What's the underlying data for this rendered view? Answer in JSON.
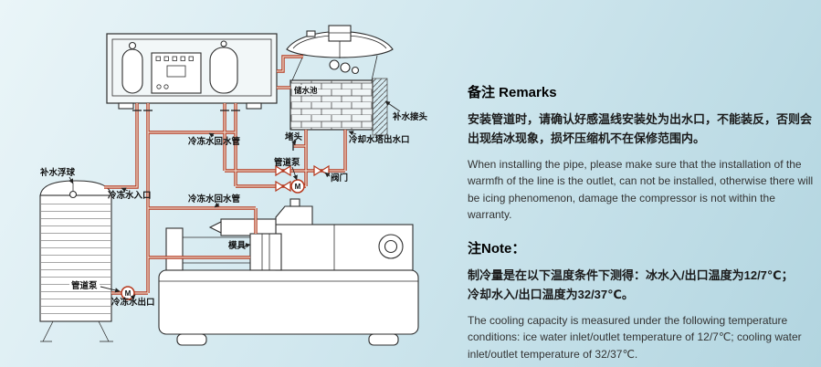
{
  "colors": {
    "pipe": "#b5371c",
    "ink": "#2e2e2e",
    "background_top": "#eaf5f8",
    "background_bottom": "#b2d5e0"
  },
  "diagram": {
    "labels": {
      "storage_tank": "储水池",
      "refill_joint": "补水接头",
      "plug": "堵头",
      "tower_outlet": "冷却水塔出水口",
      "pipe_pump_top": "管道泵",
      "valve": "阀门",
      "chilled_return_pipe_top": "冷冻水回水管",
      "chilled_return_pipe_mid": "冷冻水回水管",
      "refill_float_ball": "补水浮球",
      "chilled_water_inlet": "冷冻水入口",
      "mold": "模具",
      "pipe_pump_bottom": "管道泵",
      "chilled_water_outlet": "冷冻水出口",
      "pump_motor": "M"
    }
  },
  "notes": {
    "remarks_heading": "备注 Remarks",
    "remarks_zh": "安装管道时，请确认好感温线安装处为出水口，不能装反，否则会出现结冰现象，损坏压缩机不在保修范围内。",
    "remarks_en": "When installing the pipe, please make sure that the installation of the warmfh of the line is the outlet, can not be installed, otherwise there will be icing phenomenon, damage the compressor is not within the warranty.",
    "note_heading": "注Note：",
    "note_zh_line1": "制冷量是在以下温度条件下测得：冰水入/出口温度为12/7℃；",
    "note_zh_line2": "冷却水入/出口温度为32/37℃。",
    "note_en": "The cooling capacity is measured under the following temperature conditions: ice water inlet/outlet temperature of 12/7℃; cooling water inlet/outlet temperature of 32/37℃."
  }
}
